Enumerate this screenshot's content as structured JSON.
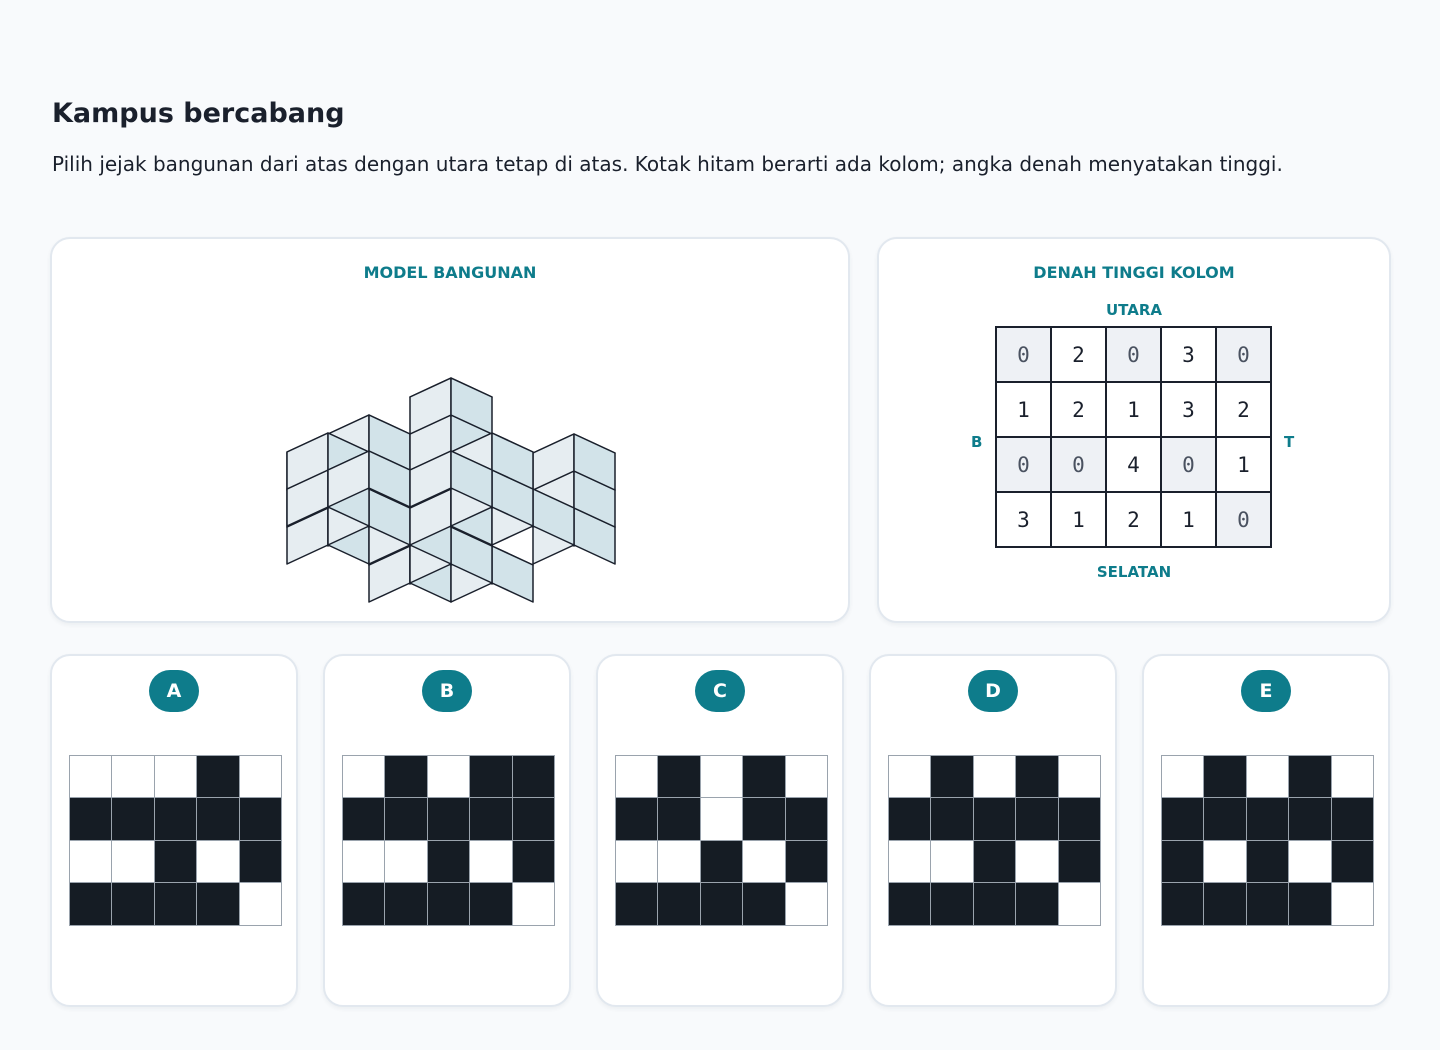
{
  "header": {
    "title": "Kampus bercabang",
    "instruction": "Pilih jejak bangunan dari atas dengan utara tetap di atas. Kotak hitam berarti ada kolom; angka denah menyatakan tinggi."
  },
  "model_panel": {
    "heading": "MODEL BANGUNAN"
  },
  "height_map": {
    "heading": "DENAH TINGGI KOLOM",
    "north": "UTARA",
    "south": "SELATAN",
    "west": "B",
    "east": "T",
    "rows": [
      [
        0,
        2,
        0,
        3,
        0
      ],
      [
        1,
        2,
        1,
        3,
        2
      ],
      [
        0,
        0,
        4,
        0,
        1
      ],
      [
        3,
        1,
        2,
        1,
        0
      ]
    ]
  },
  "options": [
    {
      "letter": "A",
      "grid": [
        [
          0,
          0,
          0,
          1,
          0
        ],
        [
          1,
          1,
          1,
          1,
          1
        ],
        [
          0,
          0,
          1,
          0,
          1
        ],
        [
          1,
          1,
          1,
          1,
          0
        ]
      ]
    },
    {
      "letter": "B",
      "grid": [
        [
          0,
          1,
          0,
          1,
          1
        ],
        [
          1,
          1,
          1,
          1,
          1
        ],
        [
          0,
          0,
          1,
          0,
          1
        ],
        [
          1,
          1,
          1,
          1,
          0
        ]
      ]
    },
    {
      "letter": "C",
      "grid": [
        [
          0,
          1,
          0,
          1,
          0
        ],
        [
          1,
          1,
          0,
          1,
          1
        ],
        [
          0,
          0,
          1,
          0,
          1
        ],
        [
          1,
          1,
          1,
          1,
          0
        ]
      ]
    },
    {
      "letter": "D",
      "grid": [
        [
          0,
          1,
          0,
          1,
          0
        ],
        [
          1,
          1,
          1,
          1,
          1
        ],
        [
          0,
          0,
          1,
          0,
          1
        ],
        [
          1,
          1,
          1,
          1,
          0
        ]
      ]
    },
    {
      "letter": "E",
      "grid": [
        [
          0,
          1,
          0,
          1,
          0
        ],
        [
          1,
          1,
          1,
          1,
          1
        ],
        [
          1,
          0,
          1,
          0,
          1
        ],
        [
          1,
          1,
          1,
          1,
          0
        ]
      ]
    }
  ],
  "colors": {
    "accent": "#0e7c8b",
    "filled_cell": "#151c24",
    "cube_top": "#ffffff",
    "cube_left": "#e6edf1",
    "cube_right": "#d2e3e9"
  }
}
